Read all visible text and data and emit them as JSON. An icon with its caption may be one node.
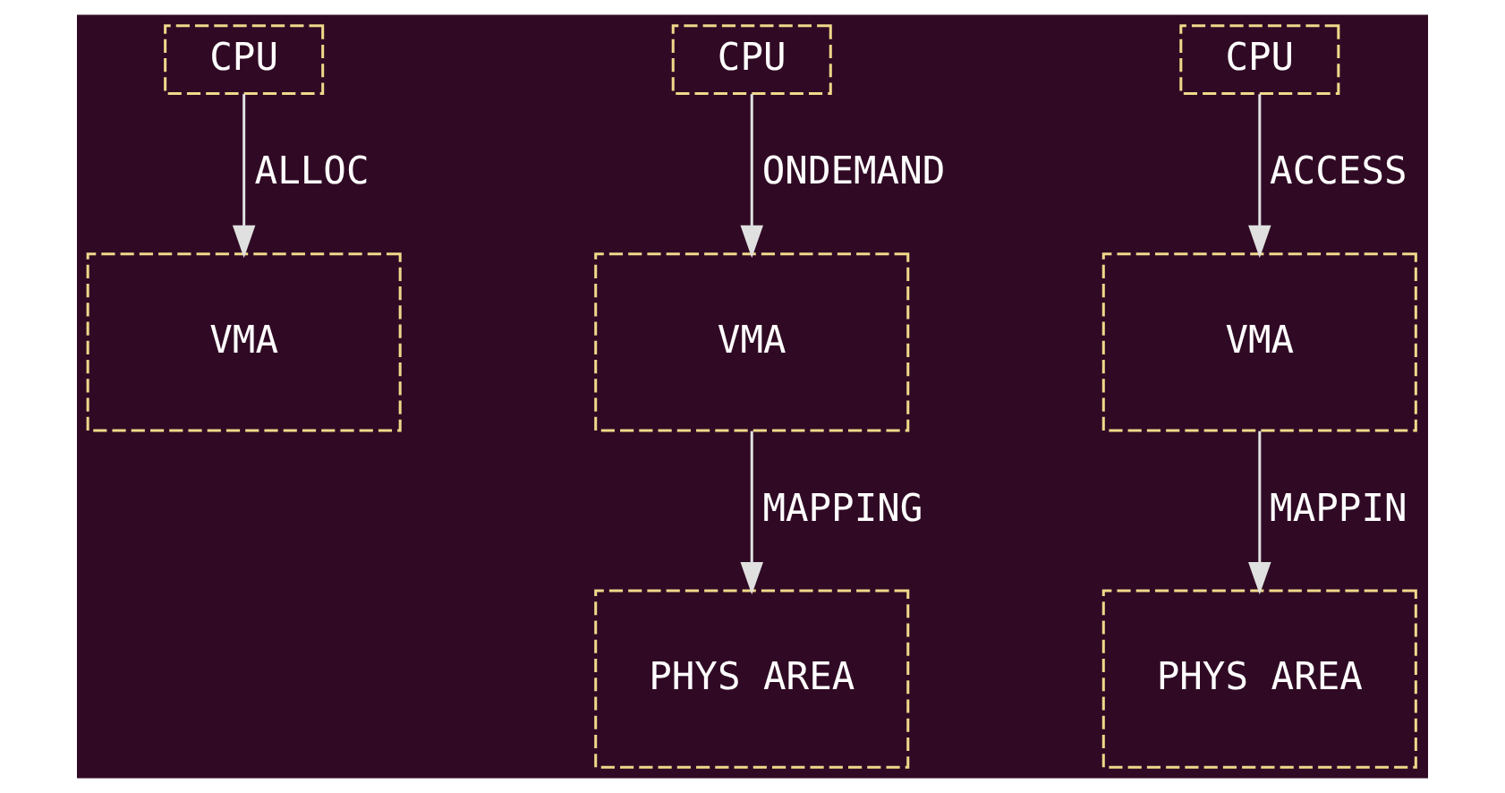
{
  "diagram": {
    "nodes": [
      {
        "text": [
          "CPU"
        ]
      },
      {
        "text": [
          "VMA"
        ]
      },
      {
        "text": [
          "CPU"
        ]
      },
      {
        "text": [
          "VMA"
        ]
      },
      {
        "text": [
          "PHYS AREA"
        ]
      },
      {
        "text": [
          "CPU"
        ]
      },
      {
        "text": [
          "VMA"
        ]
      },
      {
        "text": [
          "PHYS AREA"
        ]
      }
    ],
    "edges": [
      {
        "from": 0,
        "to": 1,
        "arrow": "to",
        "label": "ALLOC"
      },
      {
        "from": 2,
        "to": 3,
        "arrow": "to",
        "label": "ONDEMAND"
      },
      {
        "from": 3,
        "to": 4,
        "arrow": "to",
        "label": "MAPPING"
      },
      {
        "from": 5,
        "to": 6,
        "arrow": "to",
        "label": "ACCESS"
      },
      {
        "from": 6,
        "to": 7,
        "arrow": "to",
        "label": "MAPPIN"
      }
    ]
  }
}
